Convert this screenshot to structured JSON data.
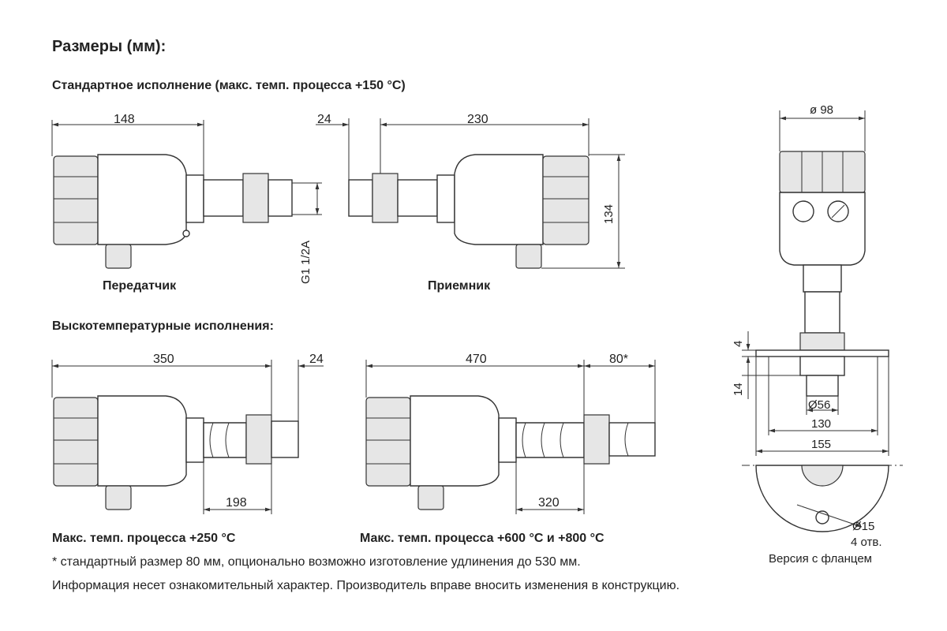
{
  "title": "Размеры (мм):",
  "standard": {
    "heading": "Стандартное исполнение (макс. темп. процесса +150 °C)",
    "transmitter": {
      "label": "Передатчик",
      "dim_length": "148",
      "thread": "G1 1/2A"
    },
    "receiver": {
      "label": "Приемник",
      "dim_left": "24",
      "dim_length": "230",
      "dim_height": "134"
    }
  },
  "high_temp": {
    "heading": "Выскотемпературные исполнения:",
    "v250": {
      "label": "Макс. темп. процесса +250 °C",
      "dim_total": "350",
      "dim_right": "24",
      "dim_bottom": "198"
    },
    "v600": {
      "label": "Макс. темп. процесса +600 °C и +800 °C",
      "dim_total": "470",
      "dim_right": "80*",
      "dim_bottom": "320"
    }
  },
  "flange": {
    "dim_top": "ø 98",
    "dim_4": "4",
    "dim_14": "14",
    "dim_56": "Ø56",
    "dim_130": "130",
    "dim_155": "155",
    "dim_hole": "Ø15",
    "holes": "4 отв.",
    "label": "Версия с фланцем"
  },
  "footnote": "* стандартный размер 80 мм, опционально возможно изготовление удлинения до 530 мм.",
  "disclaimer": "Информация несет ознакомительный характер. Производитель вправе вносить изменения в конструкцию."
}
